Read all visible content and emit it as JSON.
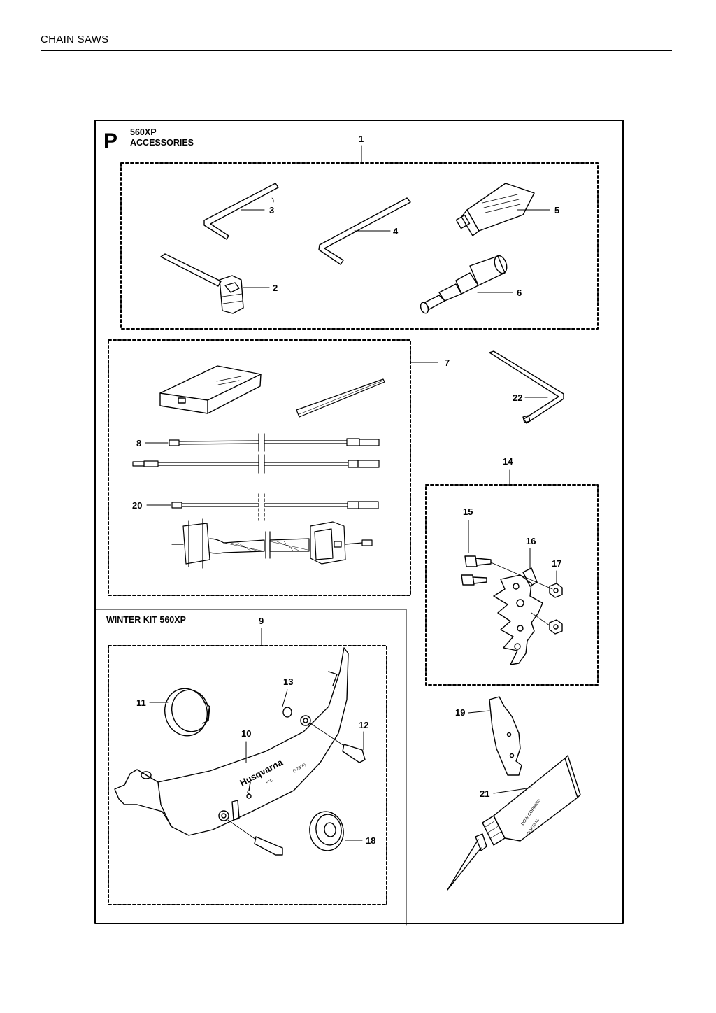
{
  "header": {
    "section": "CHAIN SAWS"
  },
  "plate": {
    "letter": "P",
    "model": "560XP",
    "title": "ACCESSORIES",
    "winter_kit_title": "WINTER KIT 560XP"
  },
  "callouts": {
    "c1": "1",
    "c2": "2",
    "c3": "3",
    "c4": "4",
    "c5": "5",
    "c6": "6",
    "c7": "7",
    "c8": "8",
    "c9": "9",
    "c10": "10",
    "c11": "11",
    "c12": "12",
    "c13": "13",
    "c14": "14",
    "c15": "15",
    "c16": "16",
    "c17": "17",
    "c18": "18",
    "c19": "19",
    "c20": "20",
    "c21": "21",
    "c22": "22"
  },
  "part_markings": {
    "logo": "Husqvarna",
    "temp_low": "-5°C",
    "temp_f": "(+23°F)",
    "tube_line1": "DOW CORNING",
    "tube_line2": "COATING"
  }
}
